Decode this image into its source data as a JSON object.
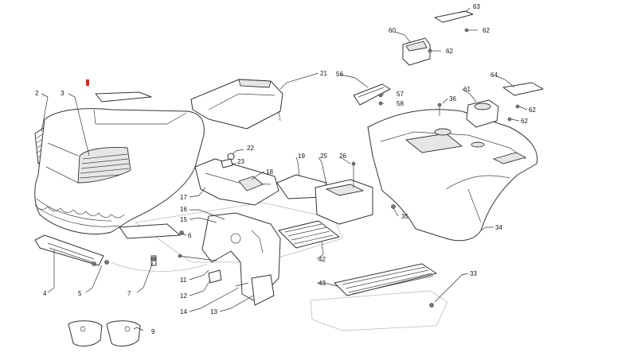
{
  "diagram": {
    "marker_color": "#e0241b",
    "labels": [
      {
        "id": "2",
        "text": "2"
      },
      {
        "id": "3",
        "text": "3"
      },
      {
        "id": "4",
        "text": "4"
      },
      {
        "id": "5",
        "text": "5"
      },
      {
        "id": "6",
        "text": "6"
      },
      {
        "id": "7",
        "text": "7"
      },
      {
        "id": "9",
        "text": "9"
      },
      {
        "id": "11",
        "text": "11"
      },
      {
        "id": "12",
        "text": "12"
      },
      {
        "id": "13",
        "text": "13"
      },
      {
        "id": "14",
        "text": "14"
      },
      {
        "id": "15",
        "text": "15"
      },
      {
        "id": "16",
        "text": "16"
      },
      {
        "id": "17",
        "text": "17"
      },
      {
        "id": "18",
        "text": "18"
      },
      {
        "id": "19",
        "text": "19"
      },
      {
        "id": "21",
        "text": "21"
      },
      {
        "id": "22",
        "text": "22"
      },
      {
        "id": "23",
        "text": "23"
      },
      {
        "id": "25",
        "text": "25"
      },
      {
        "id": "26",
        "text": "26"
      },
      {
        "id": "33",
        "text": "33"
      },
      {
        "id": "34",
        "text": "34"
      },
      {
        "id": "35",
        "text": "35"
      },
      {
        "id": "36",
        "text": "36"
      },
      {
        "id": "42",
        "text": "42"
      },
      {
        "id": "43",
        "text": "43"
      },
      {
        "id": "56",
        "text": "56"
      },
      {
        "id": "57",
        "text": "57"
      },
      {
        "id": "58",
        "text": "58"
      },
      {
        "id": "60",
        "text": "60"
      },
      {
        "id": "61",
        "text": "61"
      },
      {
        "id": "62a",
        "text": "62"
      },
      {
        "id": "62b",
        "text": "62"
      },
      {
        "id": "62c",
        "text": "62"
      },
      {
        "id": "62d",
        "text": "62"
      },
      {
        "id": "63",
        "text": "63"
      },
      {
        "id": "64",
        "text": "64"
      }
    ]
  }
}
